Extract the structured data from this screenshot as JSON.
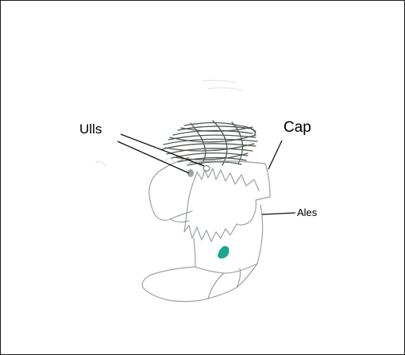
{
  "labels": {
    "ulls": "Ulls",
    "cap": "Cap",
    "ales": "Ales"
  },
  "colors": {
    "border": "#1c1c1c",
    "pencil": "#9aa39d",
    "scribble": "#4f5a52",
    "leader": "#111111",
    "green_mark": "#1aa88c",
    "eye_mark": "#7c857f"
  }
}
